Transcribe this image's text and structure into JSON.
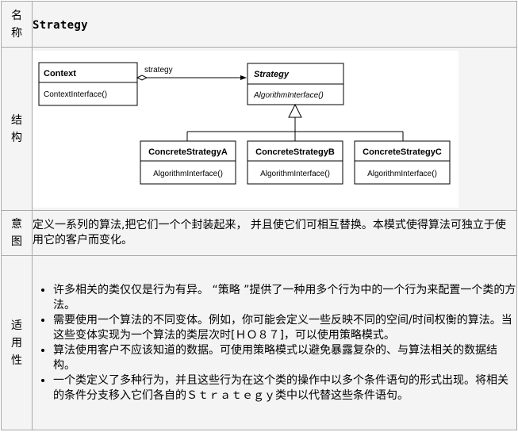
{
  "labels": {
    "name": [
      "名",
      "称"
    ],
    "structure": [
      "结",
      "构"
    ],
    "intent": [
      "意",
      "图"
    ],
    "applicability": [
      "适",
      "用",
      "性"
    ]
  },
  "pattern_name": "Strategy",
  "diagram": {
    "context": {
      "name": "Context",
      "method": "ContextInterface()"
    },
    "association_label": "strategy",
    "strategy": {
      "name": "Strategy",
      "method": "AlgorithmInterface()"
    },
    "concrete": [
      {
        "name": "ConcreteStrategyA",
        "method": "AlgorithmInterface()"
      },
      {
        "name": "ConcreteStrategyB",
        "method": "AlgorithmInterface()"
      },
      {
        "name": "ConcreteStrategyC",
        "method": "AlgorithmInterface()"
      }
    ]
  },
  "intent": "定义一系列的算法,把它们一个个封装起来， 并且使它们可相互替换。本模式使得算法可独立于使用它的客户而变化。",
  "applicability": [
    "许多相关的类仅仅是行为有异。 “策略 ”提供了一种用多个行为中的一个行为来配置一个类的方法。",
    "需要使用一个算法的不同变体。例如，你可能会定义一些反映不同的空间/时间权衡的算法。当这些变体实现为一个算法的类层次时[ＨＯ８７]，可以使用策略模式。",
    "算法使用客户不应该知道的数据。可使用策略模式以避免暴露复杂的、与算法相关的数据结构。",
    "一个类定义了多种行为，并且这些行为在这个类的操作中以多个条件语句的形式出现。将相关的条件分支移入它们各自的Ｓｔｒａｔｅｇｙ类中以代替这些条件语句。"
  ]
}
